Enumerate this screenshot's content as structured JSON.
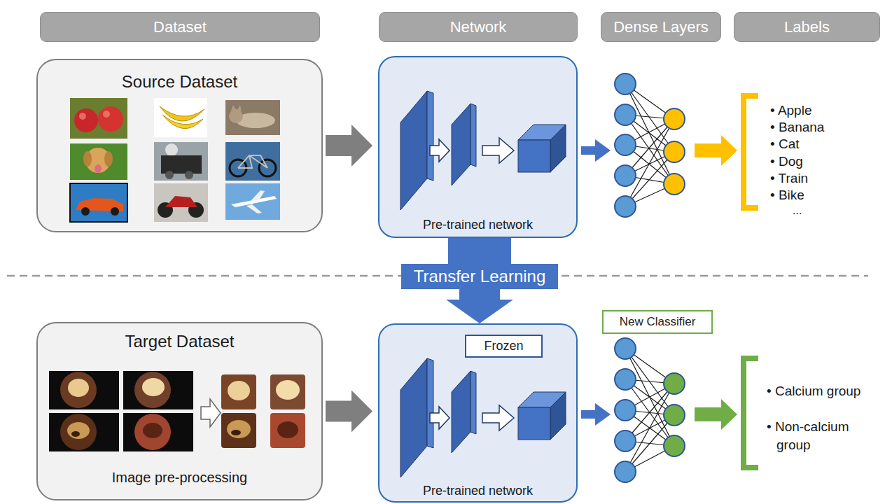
{
  "diagram": {
    "nodes": [
      {
        "text": [
          "Dataset"
        ]
      },
      {
        "text": [
          "Network"
        ]
      },
      {
        "text": [
          "Dense Layers"
        ]
      },
      {
        "text": [
          "Labels"
        ]
      },
      {
        "text": [
          "Source Dataset"
        ]
      },
      {
        "text": [
          "Pre-trained network"
        ]
      },
      {
        "text": [
          "Transfer Learning"
        ]
      },
      {
        "text": [
          "Target Dataset",
          "Image pre-processing"
        ]
      },
      {
        "text": [
          "Pre-trained network"
        ]
      },
      {
        "text": [
          "Frozen"
        ],
        "in": 8
      },
      {
        "text": [
          "New Classifier"
        ]
      }
    ],
    "edges": [
      {
        "from": 4,
        "to": 5,
        "arrow": "to"
      },
      {
        "from": 5,
        "to": 6,
        "arrow": "none"
      },
      {
        "from": 6,
        "to": 8,
        "arrow": "to"
      },
      {
        "from": 7,
        "to": 8,
        "arrow": "to"
      }
    ],
    "labels": [
      "• Apple",
      "• Banana",
      "• Cat",
      "• Dog",
      "• Train",
      "• Bike",
      "...",
      "• Calcium group",
      "• Non-calcium group"
    ]
  }
}
